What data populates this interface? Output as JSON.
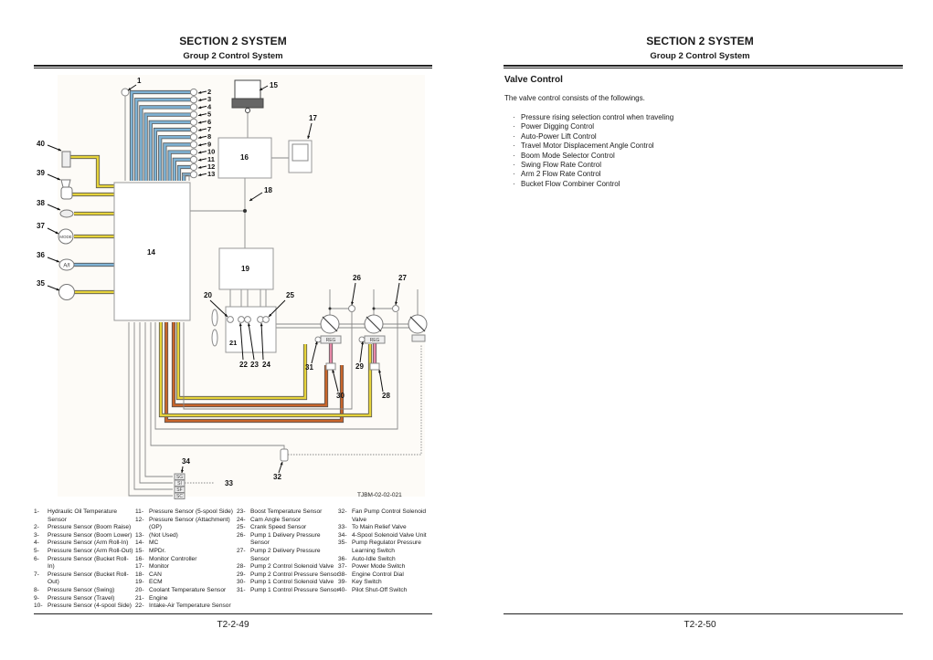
{
  "left_page": {
    "section_title": "SECTION 2 SYSTEM",
    "group_title": "Group 2 Control System",
    "page_number": "T2-2-49",
    "diagram": {
      "figure_code": "TJBM-02-02-021",
      "box_labels": {
        "mc": "14",
        "monitor_controller": "16",
        "ecm": "19",
        "engine": "21"
      },
      "callouts": [
        "1",
        "2",
        "3",
        "4",
        "5",
        "6",
        "7",
        "8",
        "9",
        "10",
        "11",
        "12",
        "13",
        "15",
        "17",
        "18",
        "20",
        "22",
        "23",
        "24",
        "25",
        "26",
        "27",
        "28",
        "29",
        "30",
        "31",
        "32",
        "33",
        "34",
        "35",
        "36",
        "37",
        "38",
        "39",
        "40"
      ],
      "switch_labels": {
        "mode": "MODE",
        "auto_idle": "A/I"
      },
      "reg_label": "REG",
      "solenoid_unit_ports": [
        "SG",
        "SI",
        "SF",
        "SC"
      ],
      "wire_colors": {
        "blue": "#7fb3d5",
        "yellow": "#e6d33a",
        "orange": "#c8652a",
        "pink": "#e78aa8",
        "gray": "#9a9a9a"
      }
    },
    "legend": [
      [
        {
          "num": "1-",
          "text": "Hydraulic Oil Temperature Sensor"
        },
        {
          "num": "2-",
          "text": "Pressure Sensor (Boom Raise)"
        },
        {
          "num": "3-",
          "text": "Pressure Sensor (Boom Lower)"
        },
        {
          "num": "4-",
          "text": "Pressure Sensor (Arm Roll-In)"
        },
        {
          "num": "5-",
          "text": "Pressure Sensor (Arm Roll-Out)"
        },
        {
          "num": "6-",
          "text": "Pressure Sensor (Bucket Roll-In)"
        },
        {
          "num": "7-",
          "text": "Pressure Sensor (Bucket Roll-Out)"
        },
        {
          "num": "8-",
          "text": "Pressure Sensor (Swing)"
        },
        {
          "num": "9-",
          "text": "Pressure Sensor (Travel)"
        },
        {
          "num": "10-",
          "text": "Pressure Sensor (4-spool Side)"
        }
      ],
      [
        {
          "num": "11-",
          "text": "Pressure Sensor (5-spool Side)"
        },
        {
          "num": "12-",
          "text": "Pressure Sensor (Attachment) (OP)"
        },
        {
          "num": "13-",
          "text": "(Not Used)"
        },
        {
          "num": "14-",
          "text": "MC"
        },
        {
          "num": "15-",
          "text": "MPDr."
        },
        {
          "num": "16-",
          "text": "Monitor Controller"
        },
        {
          "num": "17-",
          "text": "Monitor"
        },
        {
          "num": "18-",
          "text": "CAN"
        },
        {
          "num": "19-",
          "text": "ECM"
        },
        {
          "num": "20-",
          "text": "Coolant Temperature Sensor"
        },
        {
          "num": "21-",
          "text": "Engine"
        },
        {
          "num": "22-",
          "text": "Intake-Air Temperature Sensor"
        }
      ],
      [
        {
          "num": "23-",
          "text": "Boost Temperature Sensor"
        },
        {
          "num": "24-",
          "text": "Cam Angle Sensor"
        },
        {
          "num": "25-",
          "text": "Crank Speed Sensor"
        },
        {
          "num": "26-",
          "text": "Pump 1 Delivery Pressure Sensor"
        },
        {
          "num": "27-",
          "text": "Pump 2 Delivery Pressure Sensor"
        },
        {
          "num": "28-",
          "text": "Pump 2 Control Solenoid Valve"
        },
        {
          "num": "29-",
          "text": "Pump 2 Control Pressure Sensor"
        },
        {
          "num": "30-",
          "text": "Pump 1 Control Solenoid Valve"
        },
        {
          "num": "31-",
          "text": "Pump 1 Control Pressure Sensor"
        }
      ],
      [
        {
          "num": "32-",
          "text": "Fan Pump Control Solenoid Valve"
        },
        {
          "num": "33-",
          "text": "To Main Relief Valve"
        },
        {
          "num": "34-",
          "text": "4-Spool Solenoid Valve Unit"
        },
        {
          "num": "35-",
          "text": "Pump Regulator Pressure Learning Switch"
        },
        {
          "num": "36-",
          "text": "Auto-Idle Switch"
        },
        {
          "num": "37-",
          "text": "Power Mode Switch"
        },
        {
          "num": "38-",
          "text": "Engine Control Dial"
        },
        {
          "num": "39-",
          "text": "Key Switch"
        },
        {
          "num": "40-",
          "text": "Pilot Shut-Off Switch"
        }
      ]
    ]
  },
  "right_page": {
    "section_title": "SECTION 2 SYSTEM",
    "group_title": "Group 2 Control System",
    "page_number": "T2-2-50",
    "heading": "Valve Control",
    "intro": "The valve control consists of the followings.",
    "bullet_glyph": "·",
    "items": [
      "Pressure rising selection control when traveling",
      "Power Digging Control",
      "Auto-Power Lift Control",
      "Travel Motor Displacement Angle Control",
      "Boom Mode Selector Control",
      "Swing Flow Rate Control",
      "Arm 2 Flow Rate Control",
      "Bucket Flow Combiner Control"
    ]
  }
}
